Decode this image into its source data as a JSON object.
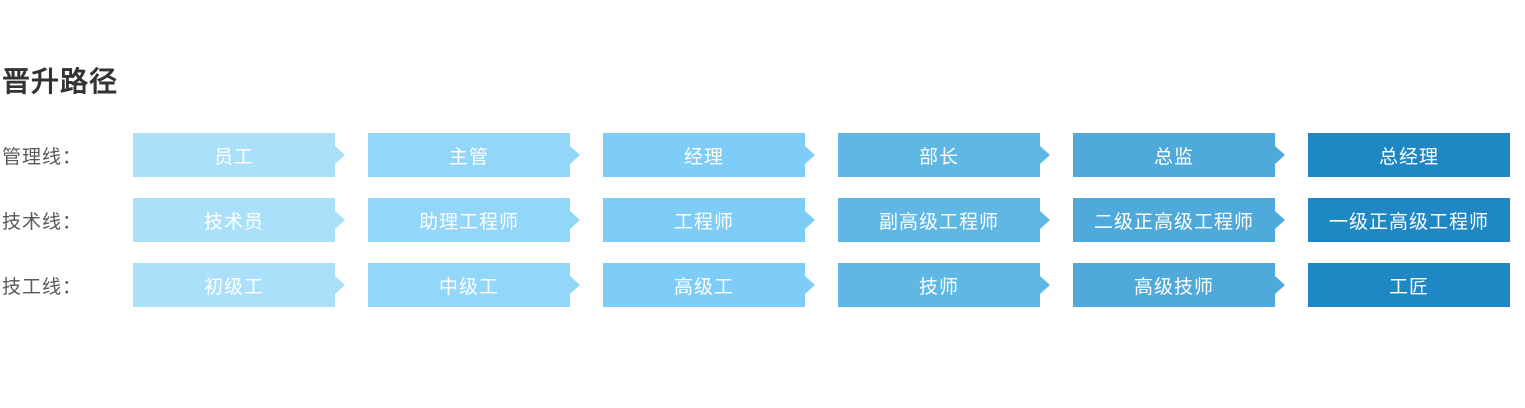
{
  "title": "晋升路径",
  "palette": [
    "#ABE0FB",
    "#92D6FA",
    "#7ECDF8",
    "#5FB7E4",
    "#4FA9DB",
    "#1F87C4"
  ],
  "colors": {
    "box_text": "#FFFFFF",
    "row_label": "#595959",
    "title": "#333333"
  },
  "rows": [
    {
      "label": "管理线：",
      "items": [
        "员工",
        "主管",
        "经理",
        "部长",
        "总监",
        "总经理"
      ]
    },
    {
      "label": "技术线：",
      "items": [
        "技术员",
        "助理工程师",
        "工程师",
        "副高级工程师",
        "二级正高级工程师",
        "一级正高级工程师"
      ]
    },
    {
      "label": "技工线：",
      "items": [
        "初级工",
        "中级工",
        "高级工",
        "技师",
        "高级技师",
        "工匠"
      ]
    }
  ]
}
